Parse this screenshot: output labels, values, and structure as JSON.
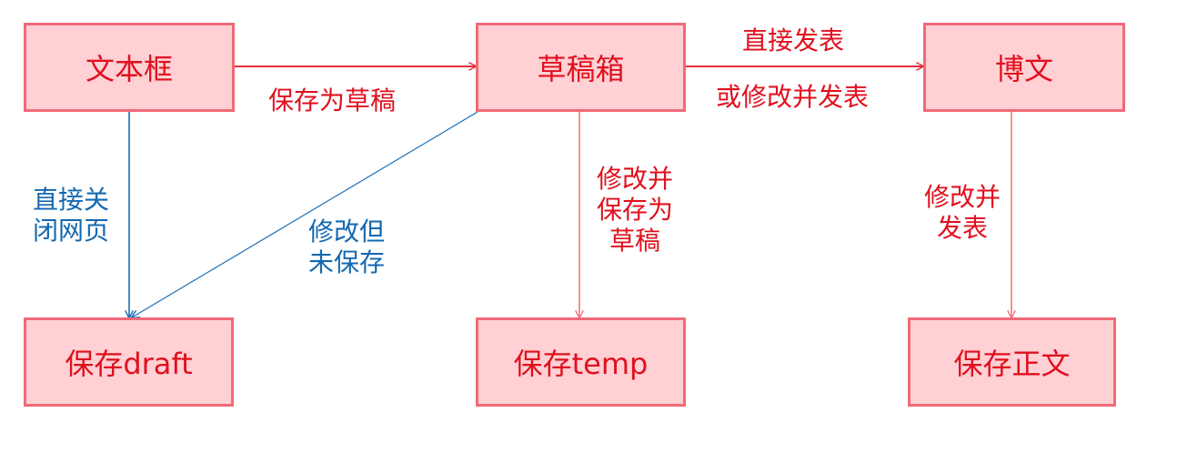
{
  "nodes": {
    "textbox": "文本框",
    "drafts": "草稿箱",
    "post": "博文",
    "save_draft": "保存draft",
    "save_temp": "保存temp",
    "save_body": "保存正文"
  },
  "labels": {
    "save_as_draft": "保存为草稿",
    "publish_direct": "直接发表",
    "or_edit_publish": "或修改并发表",
    "close_page_1": "直接关",
    "close_page_2": "闭网页",
    "edit_unsaved_1": "修改但",
    "edit_unsaved_2": "未保存",
    "edit_save_draft_1": "修改并",
    "edit_save_draft_2": "保存为",
    "edit_save_draft_3": "草稿",
    "edit_publish_1": "修改并",
    "edit_publish_2": "发表"
  },
  "colors": {
    "node_fill": "#ffd0d4",
    "node_border": "#f06a78",
    "text_red": "#e0101e",
    "text_blue": "#1468b0",
    "arrow_red": "#e8303c",
    "arrow_pink": "#f07880",
    "arrow_blue": "#1a6fb8"
  }
}
